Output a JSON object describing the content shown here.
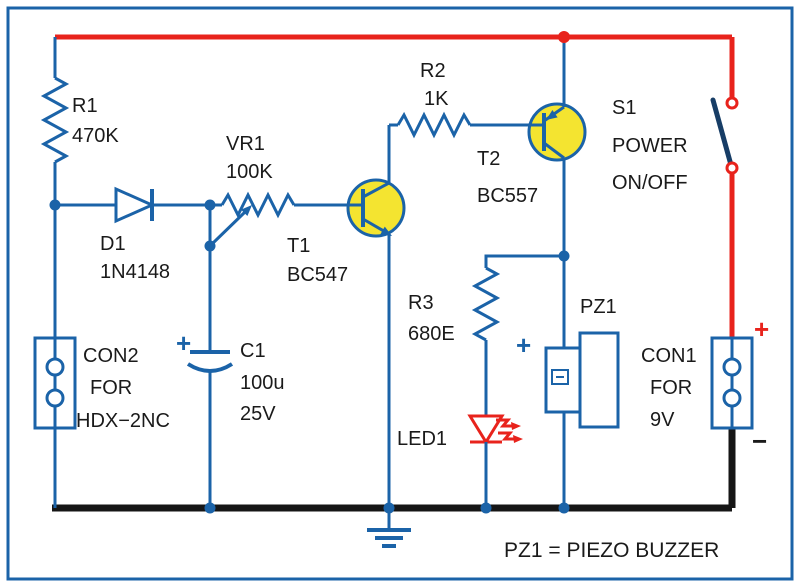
{
  "colors": {
    "wire": "#1b63a8",
    "pos": "#e8231c",
    "neg": "#161616",
    "trans": "#f4e430",
    "ink": "#1a1a1a",
    "lever": "#173d66",
    "frame": "#1b63a8"
  },
  "components": {
    "r1": {
      "ref": "R1",
      "value": "470K"
    },
    "vr1": {
      "ref": "VR1",
      "value": "100K"
    },
    "d1": {
      "ref": "D1",
      "value": "1N4148"
    },
    "t1": {
      "ref": "T1",
      "value": "BC547"
    },
    "r2": {
      "ref": "R2",
      "value": "1K"
    },
    "t2": {
      "ref": "T2",
      "value": "BC557"
    },
    "s1": {
      "ref": "S1",
      "function": "POWER",
      "states": "ON/OFF"
    },
    "c1": {
      "ref": "C1",
      "value": "100u",
      "voltage": "25V",
      "polarity": "+"
    },
    "con2": {
      "ref": "CON2",
      "desc1": "FOR",
      "desc2": "HDX−2NC"
    },
    "r3": {
      "ref": "R3",
      "value": "680E"
    },
    "led1": {
      "ref": "LED1"
    },
    "pz1": {
      "ref": "PZ1",
      "polarity": "+"
    },
    "con1": {
      "ref": "CON1",
      "desc1": "FOR",
      "desc2": "9V",
      "positive": "+",
      "negative": "−"
    }
  },
  "note": {
    "text": "PZ1 = PIEZO BUZZER"
  }
}
